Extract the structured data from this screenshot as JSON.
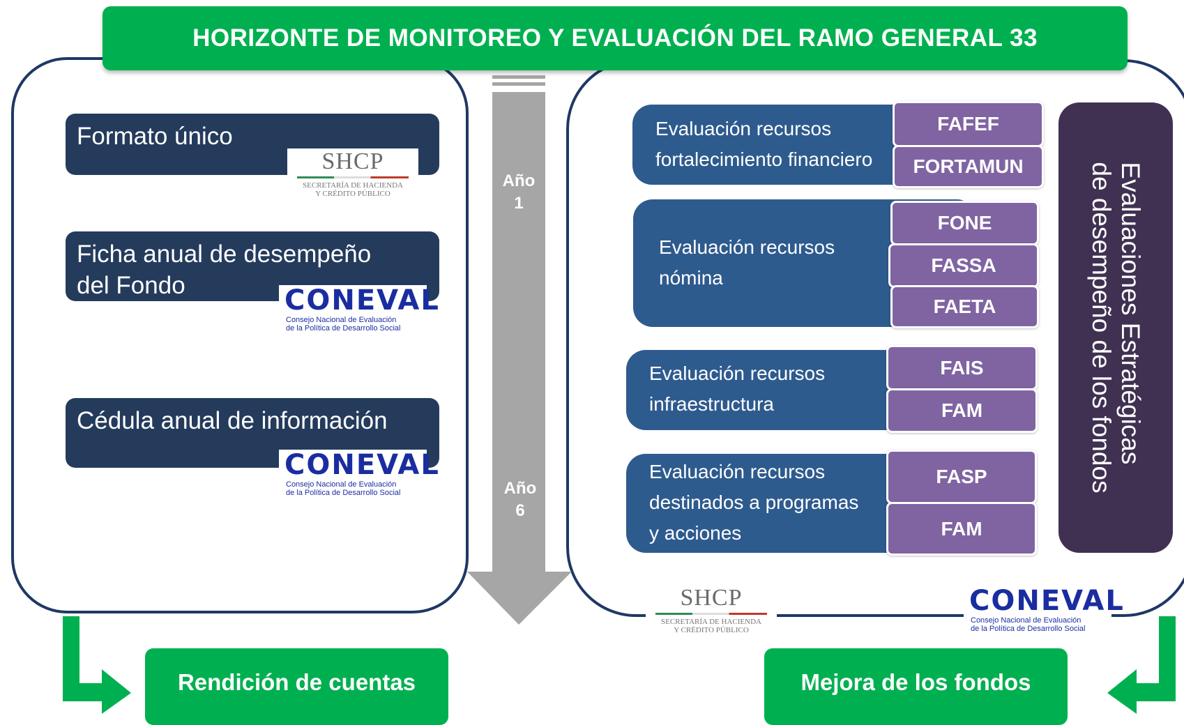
{
  "title": "HORIZONTE DE MONITOREO Y EVALUACIÓN DEL RAMO GENERAL 33",
  "left_panel": {
    "cards": [
      {
        "label": "Formato único"
      },
      {
        "label": "Ficha anual de desempeño del Fondo"
      },
      {
        "label": "Cédula anual de información"
      }
    ]
  },
  "logos": {
    "shcp_name": "SHCP",
    "shcp_line1": "SECRETARÍA DE HACIENDA",
    "shcp_line2": "Y CRÉDITO PÚBLICO",
    "coneval_name": "CONEVAL",
    "coneval_line1": "Consejo Nacional de Evaluación",
    "coneval_line2": "de la Política de Desarrollo Social"
  },
  "timeline": {
    "start_line1": "Año",
    "start_line2": "1",
    "end_line1": "Año",
    "end_line2": "6",
    "color": "#a6a6a6"
  },
  "right_panel": {
    "groups": [
      {
        "line1": "Evaluación recursos",
        "line2": "fortalecimiento financiero",
        "line3": "",
        "funds": [
          "FAFEF",
          "FORTAMUN"
        ]
      },
      {
        "line1": "Evaluación recursos",
        "line2": "nómina",
        "line3": "",
        "funds": [
          "FONE",
          "FASSA",
          "FAETA"
        ]
      },
      {
        "line1": "Evaluación recursos",
        "line2": "infraestructura",
        "line3": "",
        "funds": [
          "FAIS",
          "FAM"
        ]
      },
      {
        "line1": "Evaluación recursos",
        "line2": "destinados a programas",
        "line3": "y acciones",
        "funds": [
          "FASP",
          "FAM"
        ]
      }
    ],
    "strategic_line1": "Evaluaciones Estratégicas",
    "strategic_line2": "de desempeño de los fondos"
  },
  "outcomes": {
    "left": "Rendición de cuentas",
    "right": "Mejora de los fondos"
  },
  "colors": {
    "green": "#00b050",
    "navy_card": "#243b5c",
    "blue_group": "#2e5b8e",
    "purple_fund": "#8064a2",
    "dark_purple": "#403152",
    "panel_border": "#1f3864"
  }
}
